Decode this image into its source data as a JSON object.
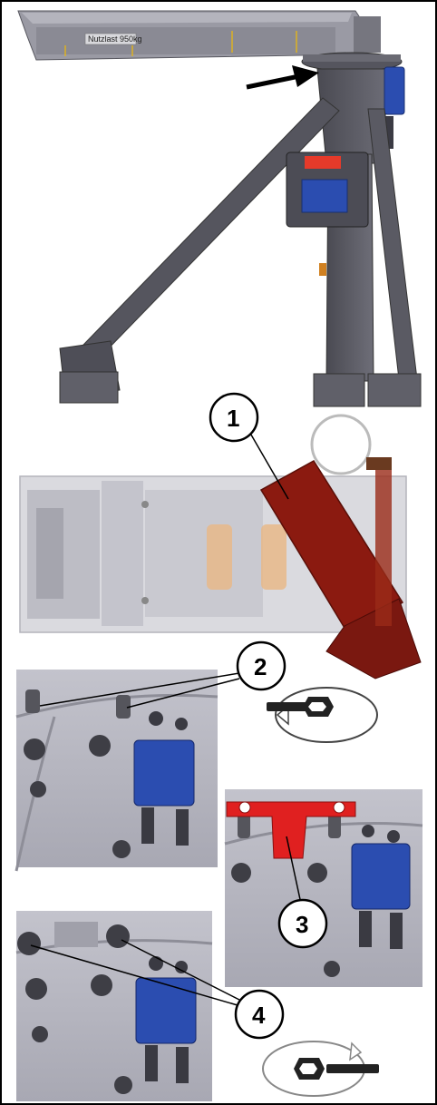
{
  "figure": {
    "crane_plate_text": "Nutzlast 950kg",
    "callouts": [
      "1",
      "2",
      "3",
      "4"
    ]
  },
  "colors": {
    "steel": "#5d5d66",
    "steel_dark": "#3e3e45",
    "motor_blue": "#2b4db0",
    "cover_red": "#8b1a10",
    "bracket_red": "#e02020",
    "background_panel": "#c8c8d0",
    "panel_bg": "#b8b8c2"
  },
  "icons": [
    "arrow-icon",
    "rotate-ccw-icon",
    "rotate-cw-icon",
    "wrench-icon"
  ]
}
